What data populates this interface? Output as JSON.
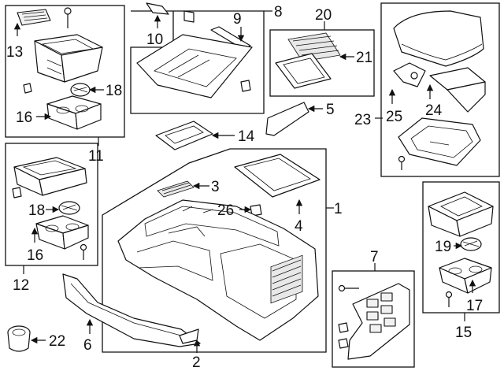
{
  "diagram": {
    "callouts": [
      "1",
      "2",
      "3",
      "4",
      "5",
      "6",
      "7",
      "8",
      "9",
      "10",
      "11",
      "12",
      "13",
      "14",
      "15",
      "16",
      "16",
      "17",
      "18",
      "18",
      "19",
      "20",
      "21",
      "22",
      "23",
      "24",
      "25",
      "26"
    ]
  }
}
